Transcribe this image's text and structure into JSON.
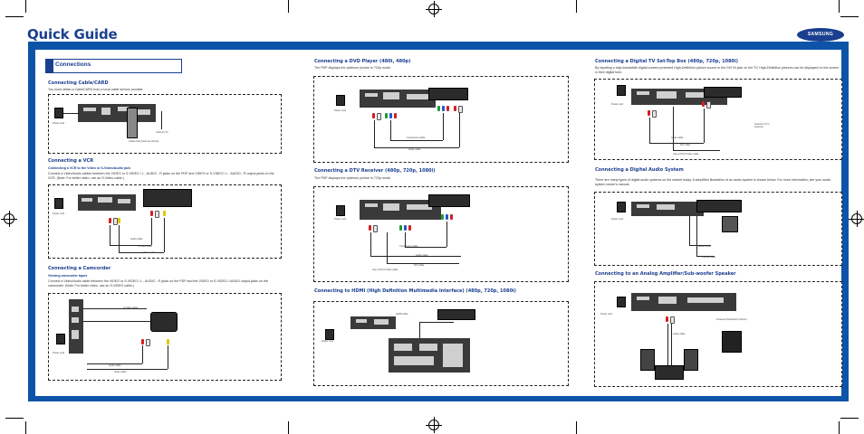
{
  "header": {
    "title": "Quick Guide",
    "logo_text": "SAMSUNG"
  },
  "colors": {
    "accent": "#1a3f8f",
    "frame": "#0d54a8"
  },
  "section_connections": {
    "label": "Connections"
  },
  "cable_card": {
    "heading": "Connecting Cable/CARD",
    "text": "You must obtain a CableCARD from a local cable service provider.",
    "labels": [
      "Power cord",
      "Cable-card (Insert as shown)",
      "Antenna TV"
    ]
  },
  "vcr": {
    "heading": "Connecting a VCR",
    "subheading": "Connecting a VCR to the Video or S-Video/Audio jack",
    "text": "Connect a Video/Audio cables between the VIDEO or S-VIDEO / L - AUDIO - R jacks on the PDP and VIDEO or S-VIDEO / L - AUDIO - R output jacks on the VCR. (Note: For better video, use an S-Video cable.)",
    "labels": [
      "Power cord",
      "Audio cable",
      "S-Video cable",
      "Video cable"
    ]
  },
  "camcorder": {
    "heading": "Connecting a Camcorder",
    "subheading": "Viewing camcorder tapes",
    "text": "Connect a Video/Audio cable between the VIDEO or S-VIDEO / L - AUDIO - R jacks on the PDP and the VIDEO or S-VIDEO / AUDIO output jacks on the camcorder. (Note: For better video, use an S-VIDEO cable.)",
    "labels": [
      "S-Video cable",
      "Power cord",
      "Audio cable",
      "Video cable"
    ]
  },
  "dvd": {
    "heading": "Connecting a DVD Player (480i, 480p)",
    "text": "The PDP displays the optimum picture in 720p mode.",
    "labels": [
      "Power cord",
      "Component cable",
      "Audio cable"
    ]
  },
  "dtv": {
    "heading": "Connecting a DTV Receiver (480p, 720p, 1080i)",
    "text": "The PDP displays the optimum picture in 720p mode.",
    "labels": [
      "Power cord",
      "Component cable",
      "Audio cable",
      "DVI cable",
      "Use a DVI-D video cable"
    ]
  },
  "hdmi": {
    "heading": "Connecting to HDMI (High Definition Multimedia Interface) (480p, 720p, 1080i)",
    "labels": [
      "HDMI cable",
      "Power cord"
    ]
  },
  "stb": {
    "heading": "Connecting a Digital TV Set-Top Box (480p, 720p, 1080i)",
    "text": "By inputting a high-bandwidth digital content protected High-Definition picture source in the DVI IN jack on the TV, High-Definition pictures can be displayed on the screen in their digital form.",
    "labels": [
      "Power cord",
      "Audio cable",
      "DVI cable",
      "Use a DVI-D video cable",
      "Antenna TV or Antenna"
    ]
  },
  "digital_audio": {
    "heading": "Connecting a Digital Audio System",
    "text": "There are many types of digital audio systems on the market today. A simplified illustration of an audio system is shown below. For more information, see your audio system owner's manual.",
    "labels": [
      "Power cord",
      "Coaxial cable",
      "Optical cable"
    ]
  },
  "amplifier": {
    "heading": "Connecting to an Analog Amplifier/Sub-woofer Speaker",
    "labels": [
      "Power cord",
      "Powered Subwoofer (Option)",
      "Audio cable"
    ]
  }
}
